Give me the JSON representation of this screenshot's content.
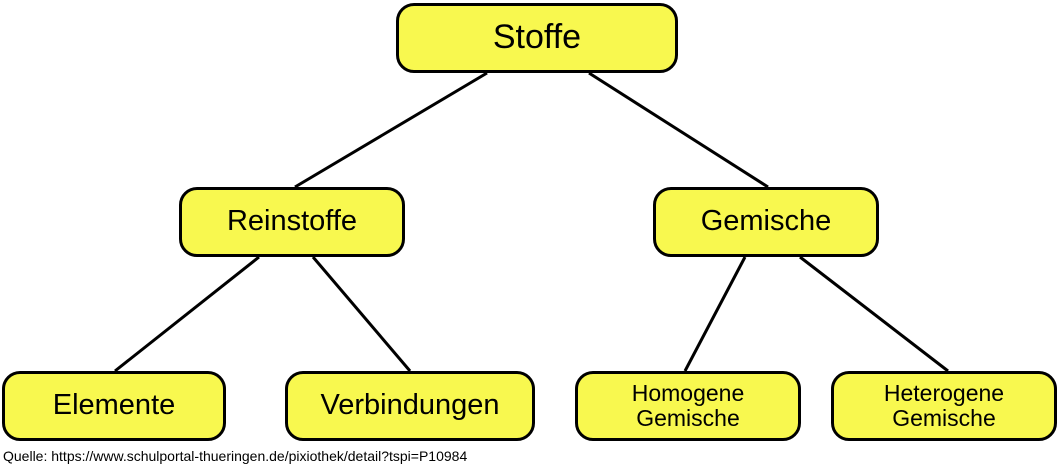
{
  "diagram": {
    "root": "Stoffe",
    "left_branch": "Reinstoffe",
    "right_branch": "Gemische",
    "leaf_elemente": "Elemente",
    "leaf_verbindungen": "Verbindungen",
    "leaf_homogen_line1": "Homogene",
    "leaf_homogen_line2": "Gemische",
    "leaf_heterogen_line1": "Heterogene",
    "leaf_heterogen_line2": "Gemische"
  },
  "source": "Quelle: https://www.schulportal-thueringen.de/pixiothek/detail?tspi=P10984",
  "colors": {
    "node_fill": "#f8f84f",
    "node_border": "#000000",
    "connector": "#000000"
  }
}
